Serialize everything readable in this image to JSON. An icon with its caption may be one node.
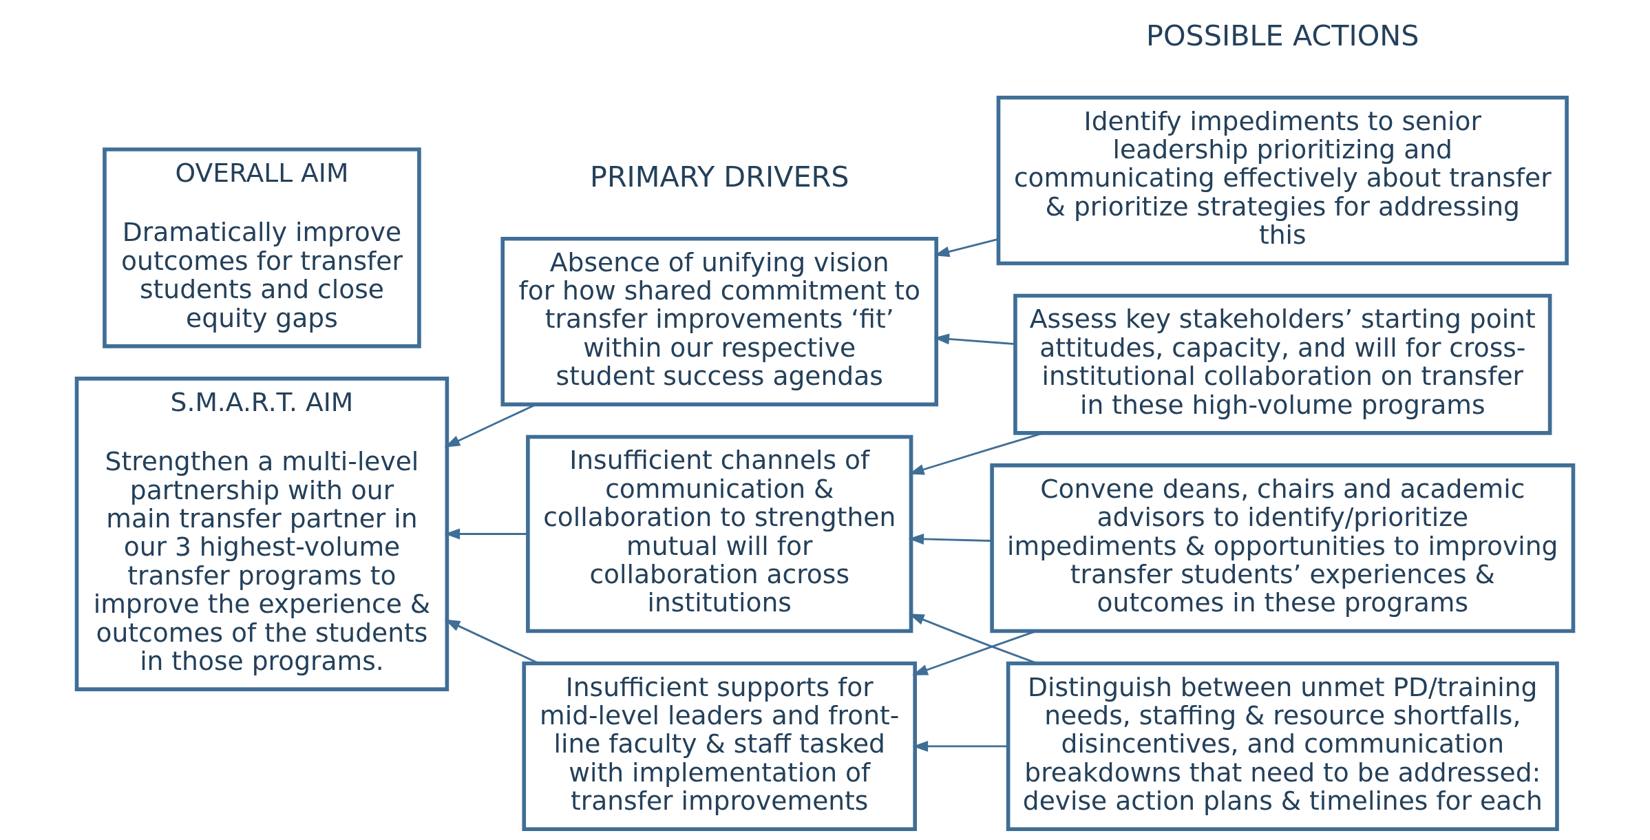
{
  "diagram": {
    "nodes": [
      {
        "text": [
          "OVERALL AIM",
          "Dramatically improve outcomes for transfer students and close equity gaps"
        ]
      },
      {
        "text": [
          "S.M.A.R.T. AIM",
          "Strengthen a multi-level partnership with our main transfer partner in our 3 highest-volume transfer programs to improve the experience & outcomes of the students in those programs."
        ]
      },
      {
        "text": [
          "Absence of unifying vision for how shared commitment to transfer improvements ‘fit’ within our respective student success agendas"
        ]
      },
      {
        "text": [
          "Insufficient channels of communication & collaboration to strengthen mutual will for collaboration across institutions"
        ]
      },
      {
        "text": [
          "Insufficient supports for mid-level leaders and front-line faculty & staff tasked with implementation of transfer improvements"
        ]
      },
      {
        "text": [
          "Identify impediments to senior leadership prioritizing and communicating effectively about transfer & prioritize strategies for addressing this"
        ]
      },
      {
        "text": [
          "Assess key stakeholders’ starting point attitudes, capacity, and will for cross-institutional collaboration on transfer in these high-volume programs"
        ]
      },
      {
        "text": [
          "Convene deans, chairs and academic advisors to identify/prioritize impediments & opportunities to improving transfer students’ experiences & outcomes in these programs"
        ]
      },
      {
        "text": [
          "Distinguish between unmet PD/training needs, staffing & resource shortfalls, disincentives, and communication breakdowns that need to be addressed: devise action plans & timelines for each"
        ]
      }
    ],
    "edges": [
      {
        "from": 2,
        "to": 1,
        "arrow": "to"
      },
      {
        "from": 3,
        "to": 1,
        "arrow": "to"
      },
      {
        "from": 4,
        "to": 1,
        "arrow": "to"
      },
      {
        "from": 5,
        "to": 2,
        "arrow": "to"
      },
      {
        "from": 6,
        "to": 2,
        "arrow": "to"
      },
      {
        "from": 6,
        "to": 3,
        "arrow": "to"
      },
      {
        "from": 7,
        "to": 3,
        "arrow": "to"
      },
      {
        "from": 7,
        "to": 4,
        "arrow": "to"
      },
      {
        "from": 8,
        "to": 3,
        "arrow": "to"
      },
      {
        "from": 8,
        "to": 4,
        "arrow": "to"
      }
    ],
    "labels": [
      "PRIMARY DRIVERS",
      "POSSIBLE ACTIONS"
    ]
  }
}
